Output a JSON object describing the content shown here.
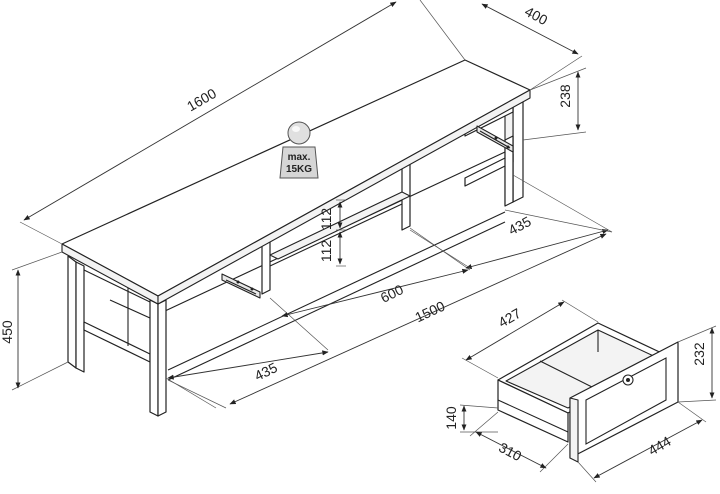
{
  "dimensions": {
    "top_length": "1600",
    "depth": "400",
    "top_height": "238",
    "total_height": "450",
    "shelf_gap_upper": "112",
    "shelf_gap_lower": "112",
    "inner_depth": "435",
    "center_width": "600",
    "bottom_length": "1500",
    "side_depth": "435",
    "drawer_width": "427",
    "drawer_height": "232",
    "drawer_front_height": "140",
    "drawer_side_depth": "310",
    "drawer_depth": "444"
  },
  "load_badge": {
    "line1": "max.",
    "line2": "15KG"
  }
}
